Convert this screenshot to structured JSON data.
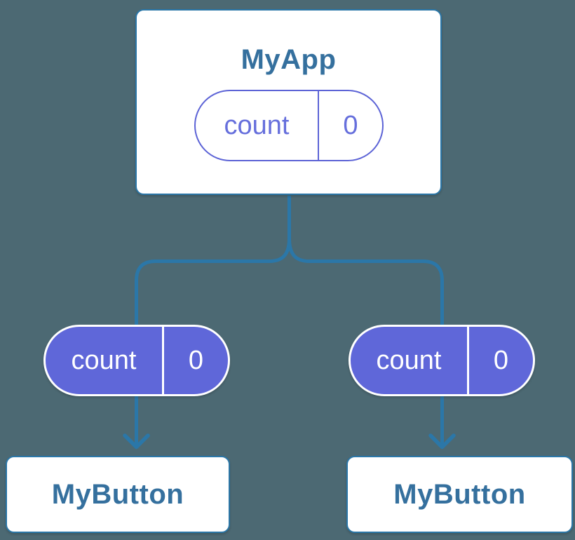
{
  "diagram": {
    "description": "React component tree with shared state",
    "background_color": "#4C6973",
    "connector_color": "#2B77A8",
    "card_background": "#FFFFFF",
    "card_border_color": "#2B77A8",
    "card_text_color": "#35709E",
    "root": {
      "title": "MyApp",
      "state": {
        "name": "count",
        "value": "0"
      },
      "pill_style": "outline",
      "pill_border_color": "#5C63D6",
      "pill_text_color": "#666FDC"
    },
    "children": [
      {
        "title": "MyButton",
        "state": {
          "name": "count",
          "value": "0"
        },
        "pill_style": "filled",
        "pill_fill_color": "#5F67D9",
        "pill_text_color": "#FFFFFF"
      },
      {
        "title": "MyButton",
        "state": {
          "name": "count",
          "value": "0"
        },
        "pill_style": "filled",
        "pill_fill_color": "#5F67D9",
        "pill_text_color": "#FFFFFF"
      }
    ]
  }
}
